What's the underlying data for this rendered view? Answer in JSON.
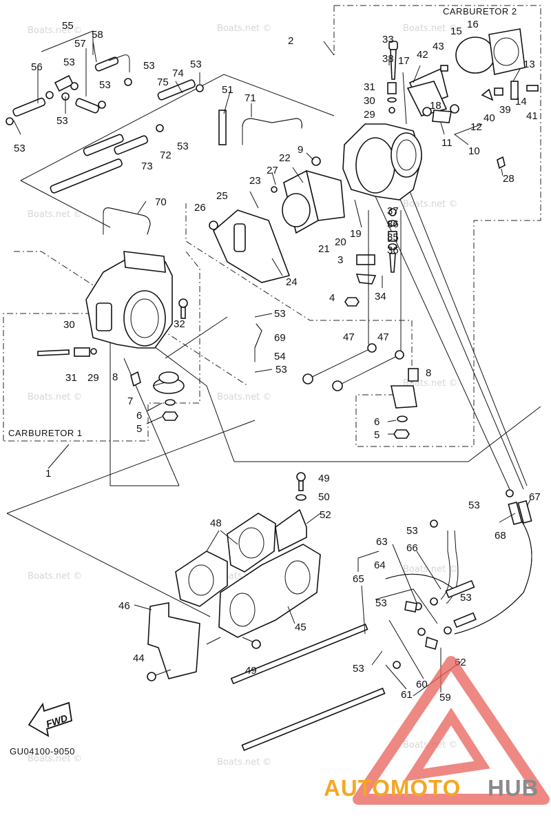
{
  "diagram": {
    "group_labels": {
      "carburetor_1": "CARBURETOR 1",
      "carburetor_2": "CARBURETOR 2"
    },
    "code": "GU04100-9050",
    "fwd": "FWD",
    "watermark": "Boats.net ©",
    "brand": {
      "part1": "AUTOMOTO",
      "part2": "HUB",
      "color1": "#f5a623",
      "color2": "#8a8a8a",
      "triangle_color": "#e8605a"
    },
    "callouts": [
      {
        "id": "c55",
        "text": "55"
      },
      {
        "id": "c56",
        "text": "56"
      },
      {
        "id": "c57",
        "text": "57"
      },
      {
        "id": "c58",
        "text": "58"
      },
      {
        "id": "c53a",
        "text": "53"
      },
      {
        "id": "c53b",
        "text": "53"
      },
      {
        "id": "c53c",
        "text": "53"
      },
      {
        "id": "c53d",
        "text": "53"
      },
      {
        "id": "c53e",
        "text": "53"
      },
      {
        "id": "c53f",
        "text": "53"
      },
      {
        "id": "c53g",
        "text": "53"
      },
      {
        "id": "c53h",
        "text": "53"
      },
      {
        "id": "c53i",
        "text": "53"
      },
      {
        "id": "c53j",
        "text": "53"
      },
      {
        "id": "c53k",
        "text": "53"
      },
      {
        "id": "c53l",
        "text": "53"
      },
      {
        "id": "c53m",
        "text": "53"
      },
      {
        "id": "c53n",
        "text": "53"
      },
      {
        "id": "c74",
        "text": "74"
      },
      {
        "id": "c75",
        "text": "75"
      },
      {
        "id": "c72",
        "text": "72"
      },
      {
        "id": "c73",
        "text": "73"
      },
      {
        "id": "c51",
        "text": "51"
      },
      {
        "id": "c71",
        "text": "71"
      },
      {
        "id": "c70",
        "text": "70"
      },
      {
        "id": "c2",
        "text": "2"
      },
      {
        "id": "c1",
        "text": "1"
      },
      {
        "id": "c15",
        "text": "15"
      },
      {
        "id": "c16",
        "text": "16"
      },
      {
        "id": "c33",
        "text": "33"
      },
      {
        "id": "c38",
        "text": "38"
      },
      {
        "id": "c42",
        "text": "42"
      },
      {
        "id": "c43",
        "text": "43"
      },
      {
        "id": "c17",
        "text": "17"
      },
      {
        "id": "c13",
        "text": "13"
      },
      {
        "id": "c31a",
        "text": "31"
      },
      {
        "id": "c30a",
        "text": "30"
      },
      {
        "id": "c29a",
        "text": "29"
      },
      {
        "id": "c18",
        "text": "18"
      },
      {
        "id": "c39",
        "text": "39"
      },
      {
        "id": "c14",
        "text": "14"
      },
      {
        "id": "c40",
        "text": "40"
      },
      {
        "id": "c12",
        "text": "12"
      },
      {
        "id": "c41",
        "text": "41"
      },
      {
        "id": "c11",
        "text": "11"
      },
      {
        "id": "c10",
        "text": "10"
      },
      {
        "id": "c9",
        "text": "9"
      },
      {
        "id": "c22",
        "text": "22"
      },
      {
        "id": "c27",
        "text": "27"
      },
      {
        "id": "c23",
        "text": "23"
      },
      {
        "id": "c28",
        "text": "28"
      },
      {
        "id": "c25",
        "text": "25"
      },
      {
        "id": "c26",
        "text": "26"
      },
      {
        "id": "c37",
        "text": "37"
      },
      {
        "id": "c36a",
        "text": "36"
      },
      {
        "id": "c35",
        "text": "35"
      },
      {
        "id": "c36b",
        "text": "36"
      },
      {
        "id": "c19",
        "text": "19"
      },
      {
        "id": "c20",
        "text": "20"
      },
      {
        "id": "c21",
        "text": "21"
      },
      {
        "id": "c3",
        "text": "3"
      },
      {
        "id": "c24",
        "text": "24"
      },
      {
        "id": "c4a",
        "text": "4"
      },
      {
        "id": "c34",
        "text": "34"
      },
      {
        "id": "c32",
        "text": "32"
      },
      {
        "id": "c30b",
        "text": "30"
      },
      {
        "id": "c69",
        "text": "69"
      },
      {
        "id": "c54",
        "text": "54"
      },
      {
        "id": "c31b",
        "text": "31"
      },
      {
        "id": "c29b",
        "text": "29"
      },
      {
        "id": "c8a",
        "text": "8"
      },
      {
        "id": "c7",
        "text": "7"
      },
      {
        "id": "c6a",
        "text": "6"
      },
      {
        "id": "c5a",
        "text": "5"
      },
      {
        "id": "c47a",
        "text": "47"
      },
      {
        "id": "c47b",
        "text": "47"
      },
      {
        "id": "c8b",
        "text": "8"
      },
      {
        "id": "c6b",
        "text": "6"
      },
      {
        "id": "c5b",
        "text": "5"
      },
      {
        "id": "c49a",
        "text": "49"
      },
      {
        "id": "c50",
        "text": "50"
      },
      {
        "id": "c52",
        "text": "52"
      },
      {
        "id": "c48",
        "text": "48"
      },
      {
        "id": "c67",
        "text": "67"
      },
      {
        "id": "c68",
        "text": "68"
      },
      {
        "id": "c63",
        "text": "63"
      },
      {
        "id": "c66",
        "text": "66"
      },
      {
        "id": "c64",
        "text": "64"
      },
      {
        "id": "c65",
        "text": "65"
      },
      {
        "id": "c46",
        "text": "46"
      },
      {
        "id": "c45",
        "text": "45"
      },
      {
        "id": "c44",
        "text": "44"
      },
      {
        "id": "c49b",
        "text": "49"
      },
      {
        "id": "c62",
        "text": "62"
      },
      {
        "id": "c60",
        "text": "60"
      },
      {
        "id": "c61",
        "text": "61"
      },
      {
        "id": "c59",
        "text": "59"
      }
    ]
  }
}
